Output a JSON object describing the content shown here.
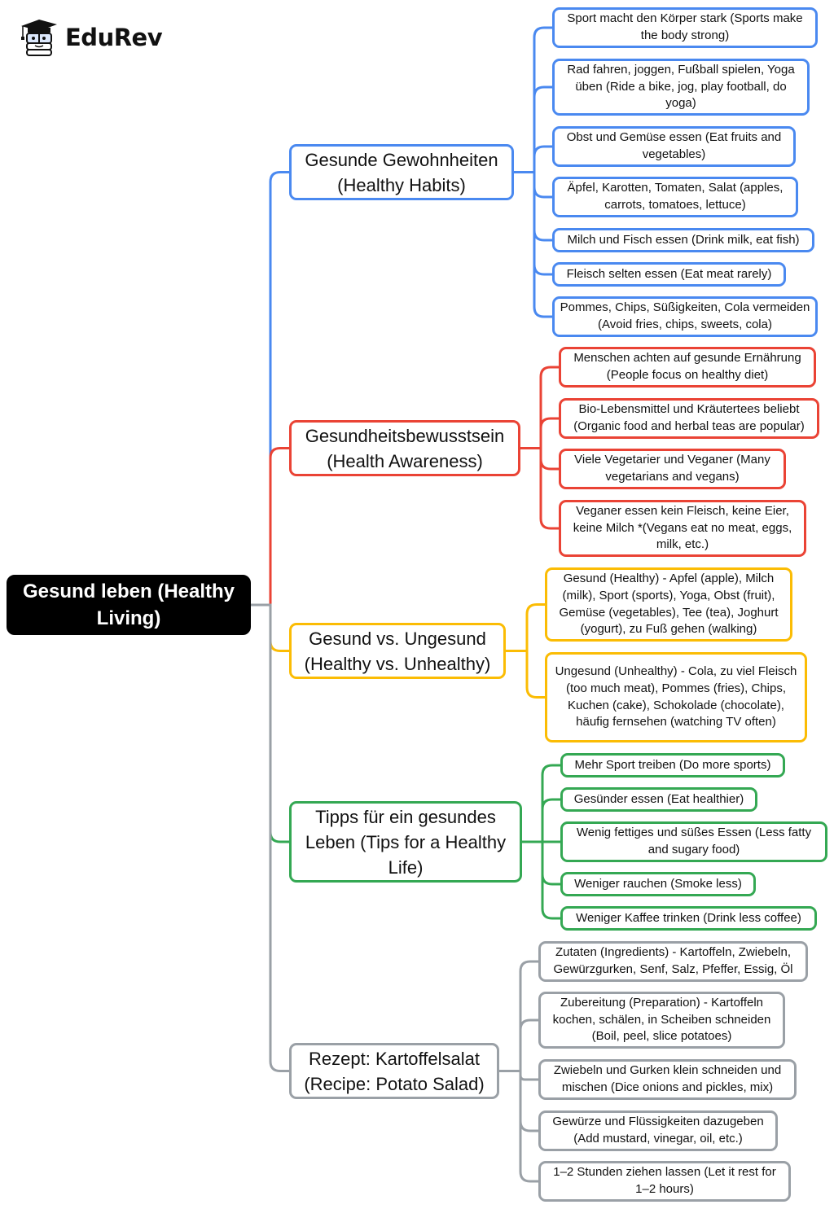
{
  "brand": {
    "name": "EduRev",
    "logo_icon": "graduate-mascot-icon"
  },
  "mindmap": {
    "root": {
      "label": "Gesund leben (Healthy Living)"
    },
    "colors": {
      "blue": "#4a89f0",
      "red": "#ea4335",
      "yellow": "#fbbc04",
      "green": "#34a853",
      "gray": "#9aa0a6",
      "root": "#000000"
    },
    "branches": [
      {
        "label": "Gesunde Gewohnheiten (Healthy Habits)",
        "color": "blue",
        "items": [
          "Sport macht den Körper stark (Sports make the body strong)",
          "Rad fahren, joggen, Fußball spielen, Yoga üben (Ride a bike, jog, play football, do yoga)",
          "Obst und Gemüse essen (Eat fruits and vegetables)",
          "Äpfel, Karotten, Tomaten, Salat (apples, carrots, tomatoes, lettuce)",
          "Milch und Fisch essen (Drink milk, eat fish)",
          "Fleisch selten essen (Eat meat rarely)",
          "Pommes, Chips, Süßigkeiten, Cola vermeiden (Avoid fries, chips, sweets, cola)"
        ]
      },
      {
        "label": "Gesundheitsbewusstsein (Health Awareness)",
        "color": "red",
        "items": [
          "Menschen achten auf gesunde Ernährung (People focus on healthy diet)",
          "Bio-Lebensmittel und Kräutertees beliebt (Organic food and herbal teas are popular)",
          "Viele Vegetarier und Veganer (Many vegetarians and vegans)",
          "Veganer essen kein Fleisch, keine Eier, keine Milch *(Vegans eat no meat, eggs, milk, etc.)"
        ]
      },
      {
        "label": "Gesund vs. Ungesund (Healthy vs. Unhealthy)",
        "color": "yellow",
        "items": [
          "Gesund (Healthy) - Apfel (apple), Milch (milk), Sport (sports), Yoga, Obst (fruit), Gemüse (vegetables), Tee (tea), Joghurt (yogurt), zu Fuß gehen (walking)",
          "Ungesund (Unhealthy) - Cola, zu viel Fleisch (too much meat), Pommes (fries), Chips, Kuchen (cake), Schokolade (chocolate), häufig fernsehen (watching TV often)"
        ]
      },
      {
        "label": "Tipps für ein gesundes Leben (Tips for a Healthy Life)",
        "color": "green",
        "items": [
          "Mehr Sport treiben (Do more sports)",
          "Gesünder essen (Eat healthier)",
          "Wenig fettiges und süßes Essen (Less fatty and sugary food)",
          "Weniger rauchen (Smoke less)",
          "Weniger Kaffee trinken (Drink less coffee)"
        ]
      },
      {
        "label": "Rezept: Kartoffelsalat (Recipe: Potato Salad)",
        "color": "gray",
        "items": [
          "Zutaten (Ingredients) - Kartoffeln, Zwiebeln, Gewürzgurken, Senf, Salz, Pfeffer, Essig, Öl",
          "Zubereitung (Preparation) - Kartoffeln kochen, schälen, in Scheiben schneiden (Boil, peel, slice potatoes)",
          "Zwiebeln und Gurken klein schneiden und mischen (Dice onions and pickles, mix)",
          "Gewürze und Flüssigkeiten dazugeben (Add mustard, vinegar, oil, etc.)",
          "1–2 Stunden ziehen lassen (Let it rest for 1–2 hours)"
        ]
      }
    ]
  }
}
